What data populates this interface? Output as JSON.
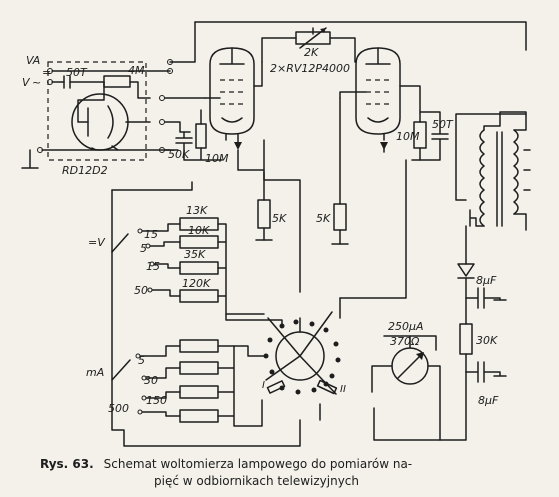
{
  "labels": {
    "va": "VA",
    "va_sign": "=",
    "v_ac": "V",
    "v_ac_sign": "~",
    "cap_50t_a": "50T",
    "res_4m": "4M",
    "res_50k": "50K",
    "res_10m_a": "10M",
    "tube_diode": "RD12D2",
    "pot_2k": "2K",
    "tube_pair": "2×RV12P4000",
    "res_10m_b": "10M",
    "cap_50t_b": "50T",
    "res_5k_a": "5K",
    "res_5k_b": "5K",
    "dc_v": "=V",
    "r13k": "13K",
    "r10k": "10K",
    "r35k": "35K",
    "r120k": "120K",
    "v15a": "15",
    "v5a": "5",
    "v15b": "15",
    "v50": "50",
    "ma": "mA",
    "m5": "5",
    "m30": "30",
    "m150": "150",
    "m500": "500",
    "meter_ua": "250μA",
    "meter_ohm": "370Ω",
    "r30k": "30K",
    "c8uf_a": "8μF",
    "c8uf_b": "8μF",
    "mark_i": "I",
    "mark_ii": "II"
  },
  "caption": {
    "prefix": "Rys. 63.",
    "line1": "Schemat woltomierza lampowego do pomiarów na-",
    "line2": "pięć w odbiornikach telewizyjnych"
  }
}
